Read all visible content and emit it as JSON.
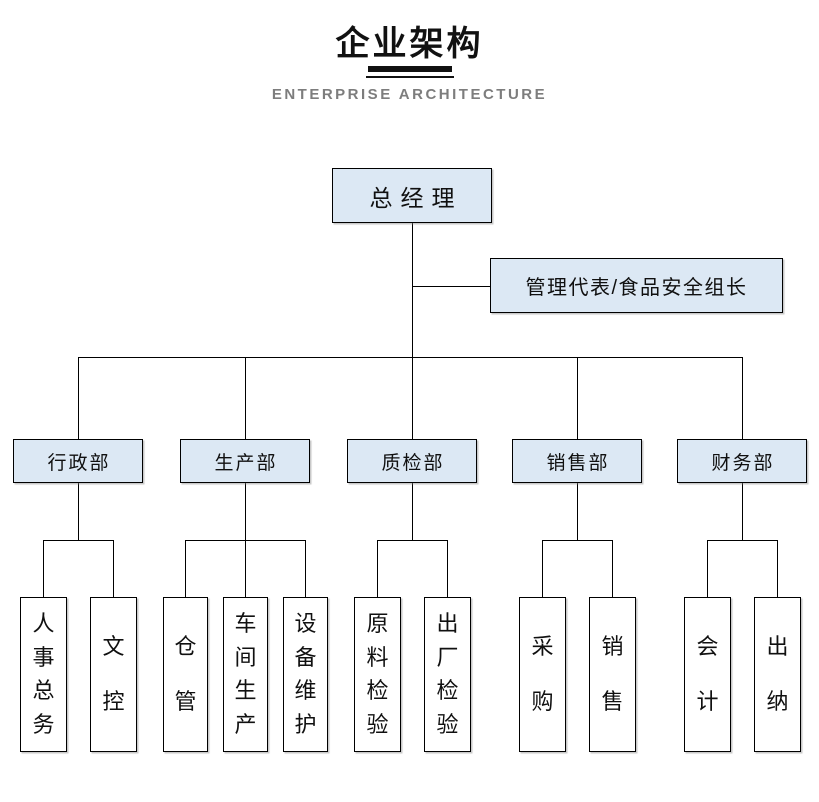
{
  "header": {
    "title": "企业架构",
    "subtitle": "ENTERPRISE ARCHITECTURE"
  },
  "org": {
    "root": {
      "label": "总经理"
    },
    "staff": {
      "label": "管理代表/食品安全组长"
    },
    "departments": [
      {
        "label": "行政部",
        "children": [
          {
            "label": "人事总务"
          },
          {
            "label": "文控"
          }
        ]
      },
      {
        "label": "生产部",
        "children": [
          {
            "label": "仓管"
          },
          {
            "label": "车间生产"
          },
          {
            "label": "设备维护"
          }
        ]
      },
      {
        "label": "质检部",
        "children": [
          {
            "label": "原料检验"
          },
          {
            "label": "出厂检验"
          }
        ]
      },
      {
        "label": "销售部",
        "children": [
          {
            "label": "采购"
          },
          {
            "label": "销售"
          }
        ]
      },
      {
        "label": "财务部",
        "children": [
          {
            "label": "会计"
          },
          {
            "label": "出纳"
          }
        ]
      }
    ]
  },
  "colors": {
    "node_fill": "#dce8f4",
    "leaf_fill": "#ffffff",
    "node_border": "#000000",
    "connector": "#000000",
    "title_text": "#111111",
    "subtitle_text": "#7d7d7d"
  }
}
